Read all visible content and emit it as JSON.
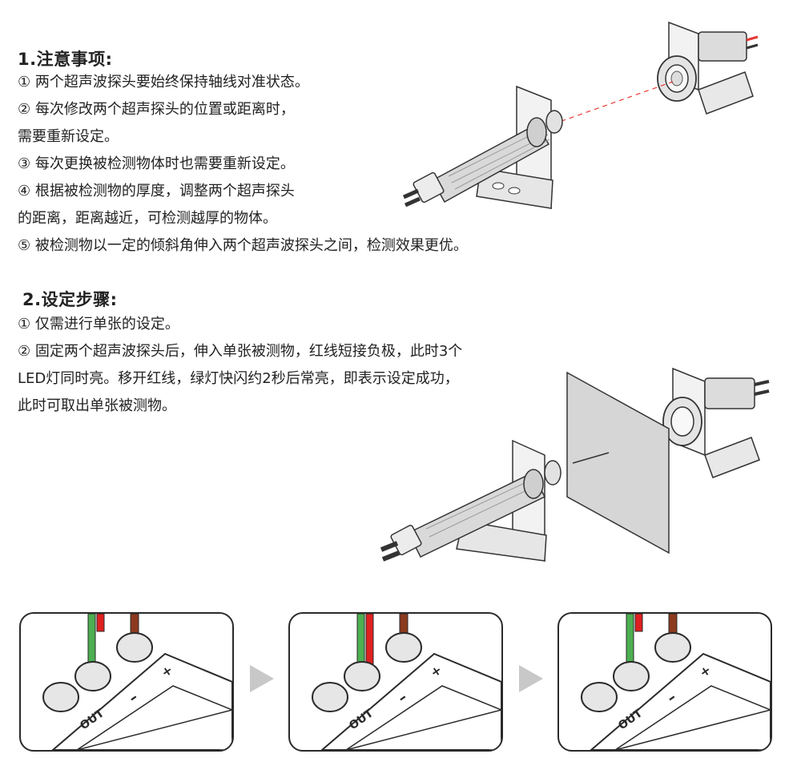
{
  "section1": {
    "heading": "1.注意事项:",
    "lines": [
      "① 两个超声波探头要始终保持轴线对准状态。",
      "② 每次修改两个超声探头的位置或距离时，",
      "需要重新设定。",
      "③ 每次更换被检测物体时也需要重新设定。",
      "④ 根据被检测物的厚度，调整两个超声探头",
      "的距离，距离越近，可检测越厚的物体。",
      "⑤ 被检测物以一定的倾斜角伸入两个超声波探头之间，检测效果更优。"
    ]
  },
  "section2": {
    "heading": "2.设定步骤:",
    "lines": [
      "① 仅需进行单张的设定。",
      "② 固定两个超声波探头后，伸入单张被测物，红线短接负极，此时3个",
      "LED灯同时亮。移开红线，绿灯快闪约2秒后常亮，即表示设定成功，",
      "此时可取出单张被测物。"
    ]
  },
  "panels": [
    {
      "label_out": "OUT",
      "label_minus": "–",
      "label_plus": "+"
    },
    {
      "label_out": "OUT",
      "label_minus": "–",
      "label_plus": "+"
    },
    {
      "label_out": "OUT",
      "label_minus": "–",
      "label_plus": "+"
    }
  ],
  "colors": {
    "green_wire": "#4caf50",
    "red_wire": "#e02020",
    "brown_wire": "#8b3a1e",
    "beam": "#e53935",
    "arrow": "#c8c8c8"
  },
  "icons": {
    "arrow": "play-triangle-icon",
    "sensor": "ultrasonic-sensor-icon"
  }
}
